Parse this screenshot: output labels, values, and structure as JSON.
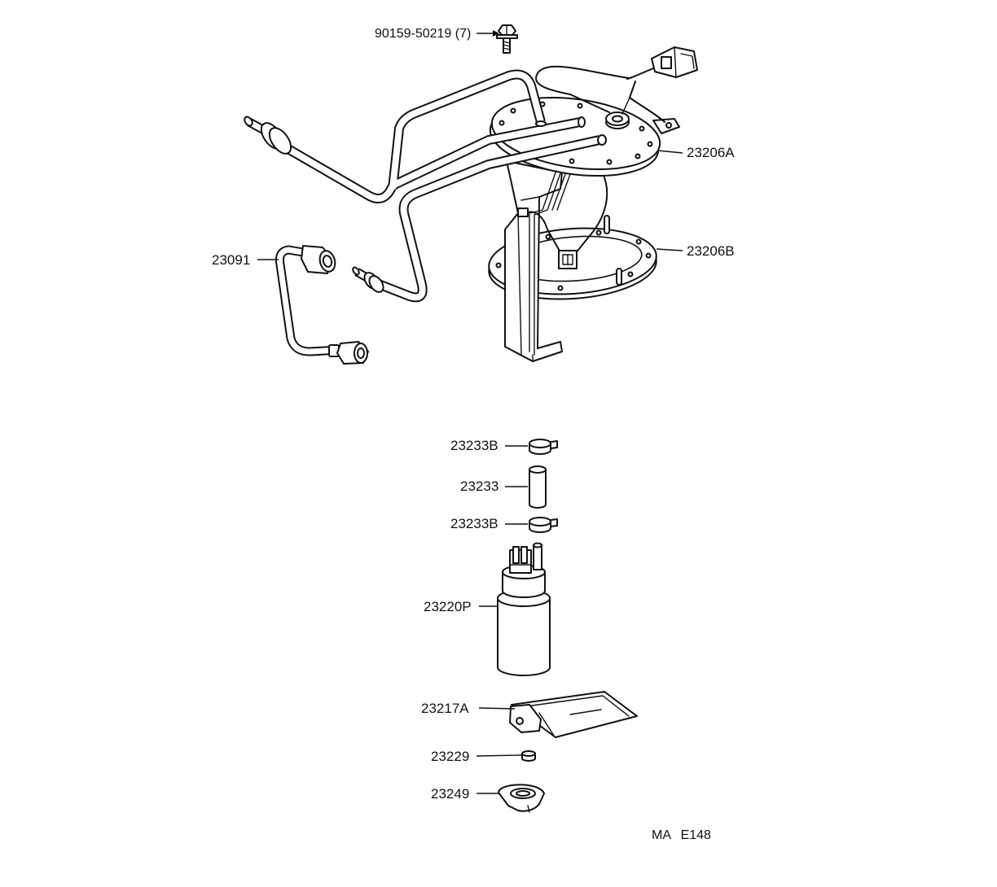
{
  "callouts": [
    {
      "label": "90159-50219 (7)"
    },
    {
      "label": "23206A"
    },
    {
      "label": "23206B"
    },
    {
      "label": "23091"
    },
    {
      "label": "23233B"
    },
    {
      "label": "23233"
    },
    {
      "label": "23233B"
    },
    {
      "label": "23220P"
    },
    {
      "label": "23217A"
    },
    {
      "label": "23229"
    },
    {
      "label": "23249"
    }
  ],
  "diagram_code": "MA E148",
  "colors": {
    "ink": "#111111",
    "paper": "#ffffff"
  }
}
